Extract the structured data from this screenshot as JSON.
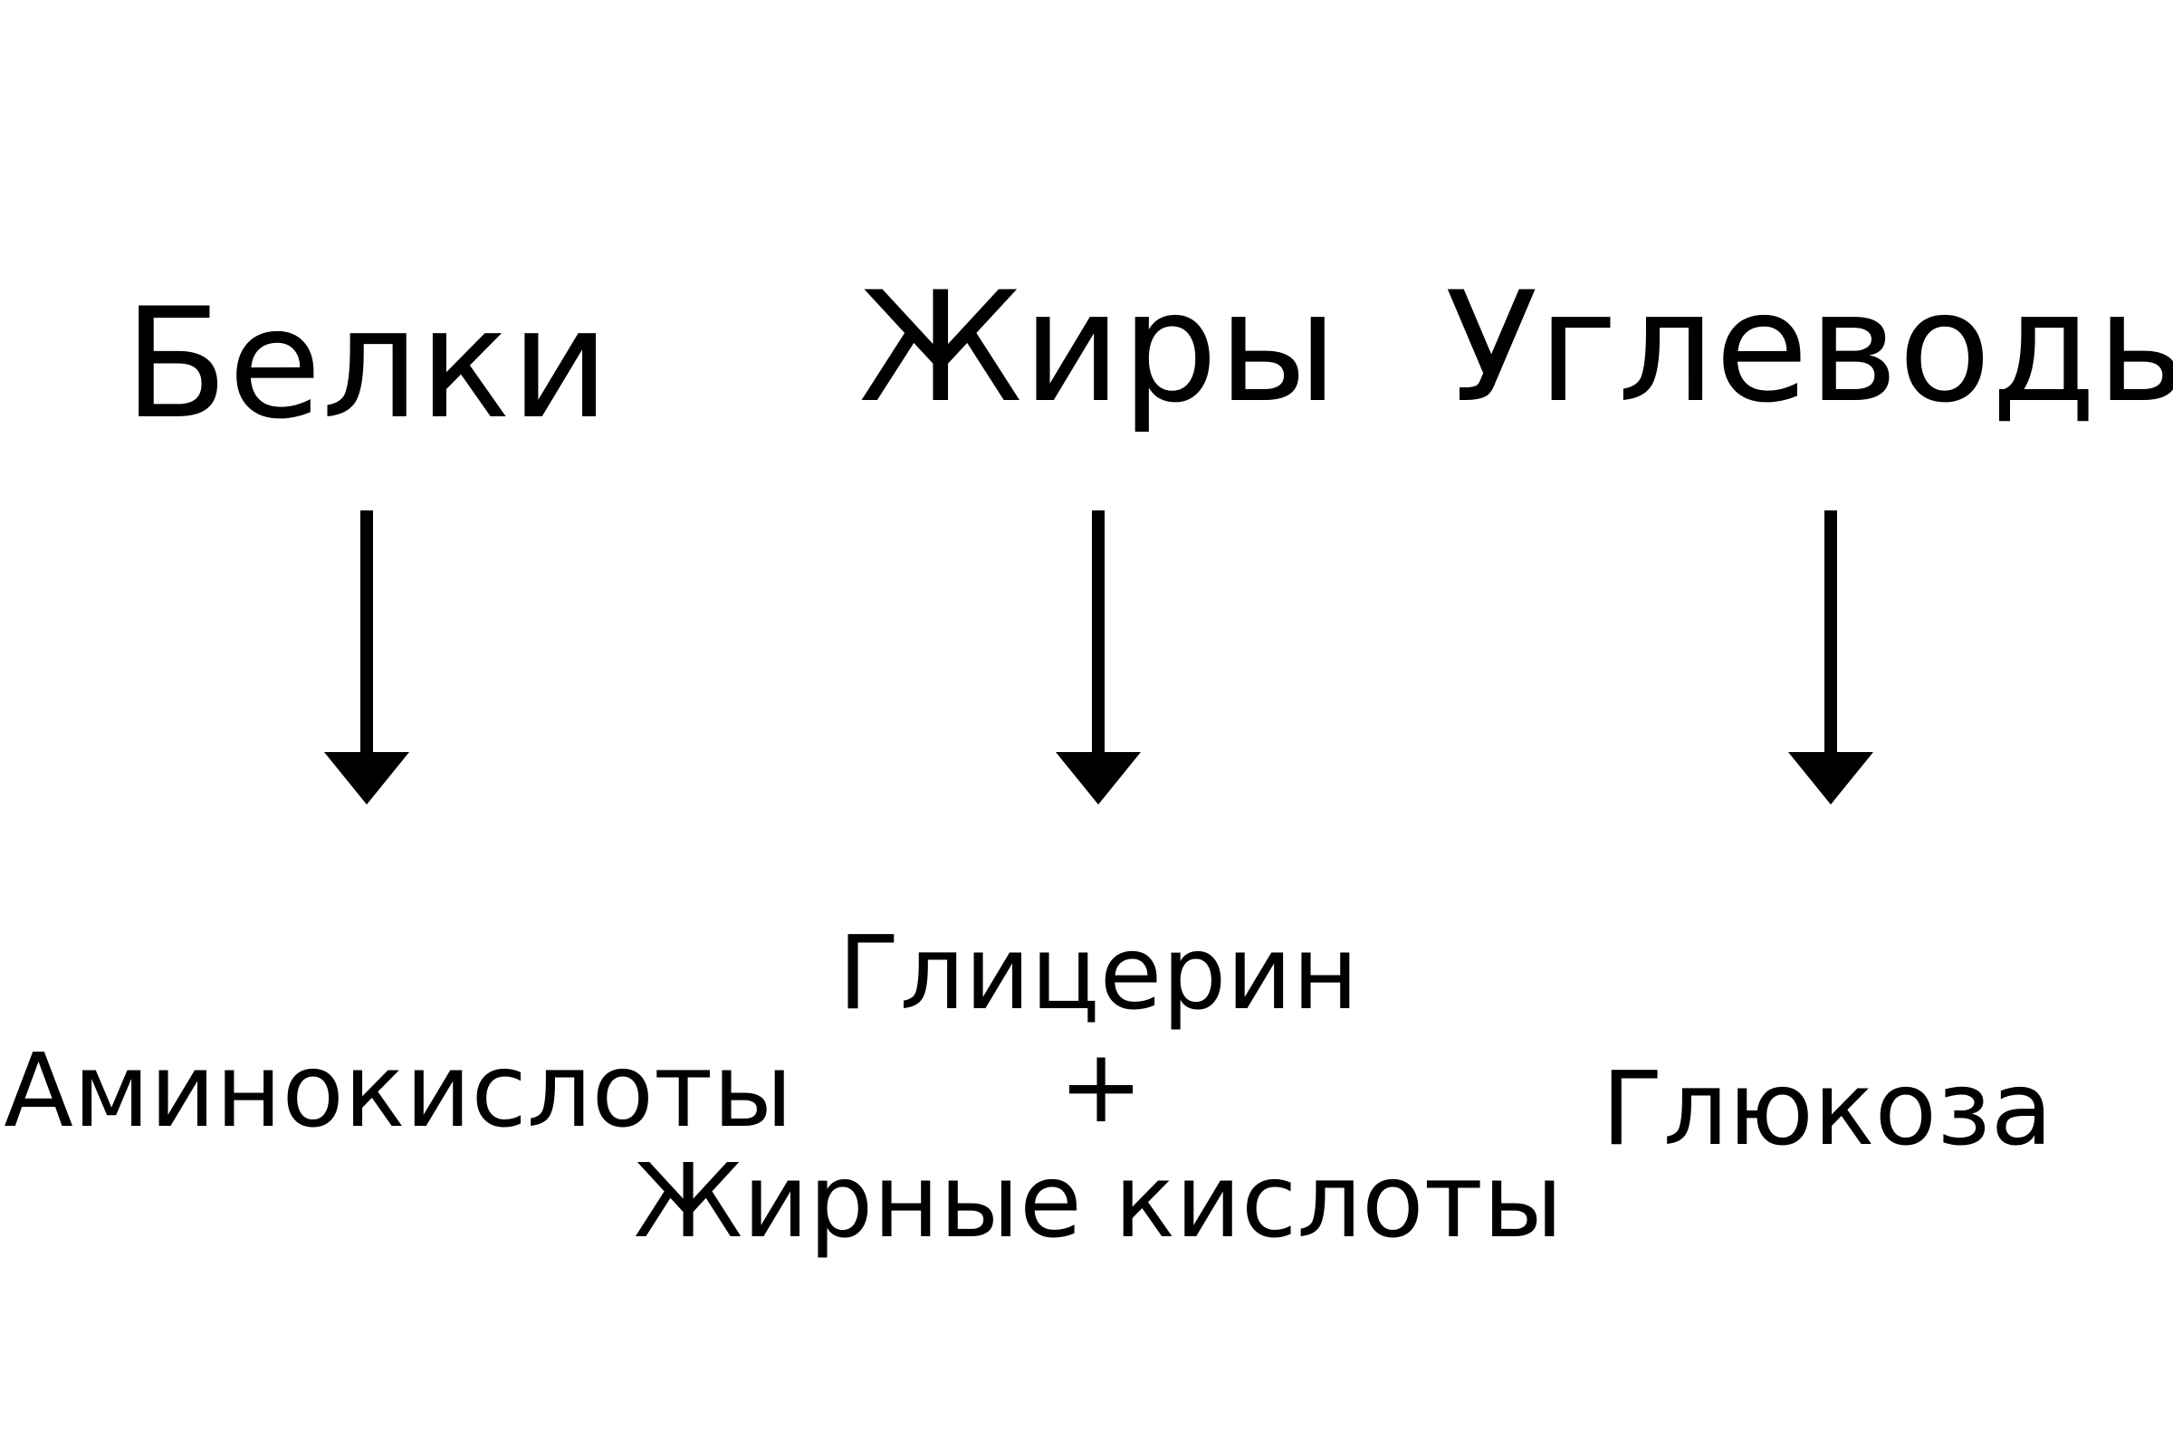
{
  "columns": [
    {
      "source": "Белки",
      "products": [
        "Аминокислоты"
      ]
    },
    {
      "source": "Жиры",
      "products": [
        "Глицерин",
        "Жирные кислоты"
      ],
      "joiner": "+"
    },
    {
      "source": "Углеводы",
      "products": [
        "Глюкоза"
      ]
    }
  ],
  "colors": {
    "ink": "#000000",
    "background": "#ffffff"
  }
}
